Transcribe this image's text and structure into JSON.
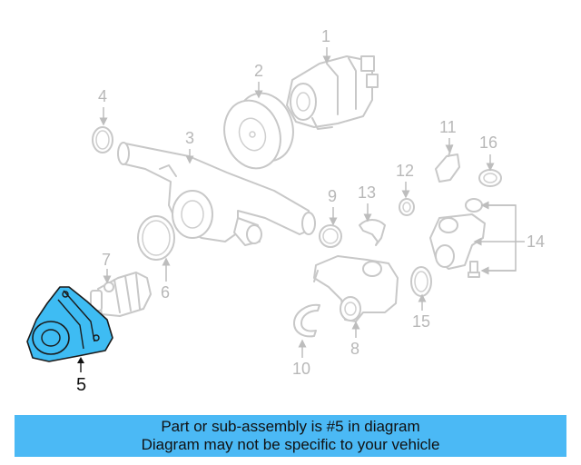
{
  "diagram": {
    "highlight_color": "#3ebcf3",
    "highlighted_part": "5",
    "callouts": {
      "c1": "1",
      "c2": "2",
      "c3": "3",
      "c4": "4",
      "c5": "5",
      "c6": "6",
      "c7": "7",
      "c8": "8",
      "c9": "9",
      "c10": "10",
      "c11": "11",
      "c12": "12",
      "c13": "13",
      "c14": "14",
      "c15": "15",
      "c16": "16"
    }
  },
  "caption": {
    "line1": "Part or sub-assembly is #5 in diagram",
    "line2": "Diagram may not be specific to your vehicle",
    "background": "#4bb9f5"
  }
}
